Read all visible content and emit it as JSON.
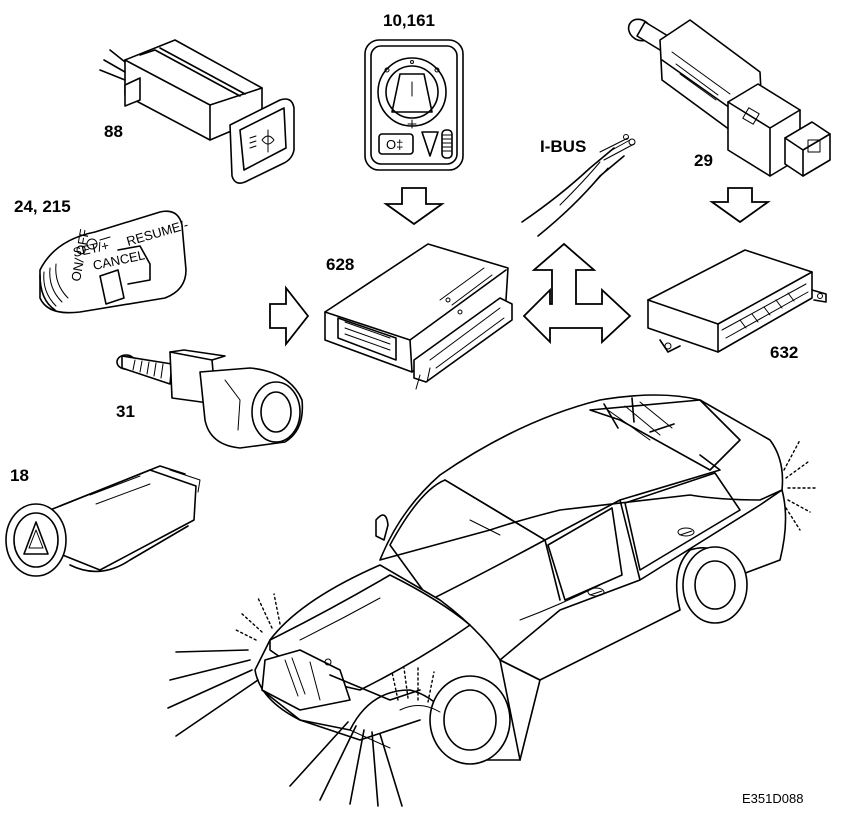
{
  "labels": {
    "fog_light_switch": "88",
    "light_switch": "10,161",
    "brake_light_switch": "29",
    "cruise_stalk": "24, 215",
    "control_module": "628",
    "ibus": "I-BUS",
    "other_module": "632",
    "temp_sensor": "31",
    "hazard_switch": "18",
    "image_ref": "E351D088"
  },
  "cruise_stalk_text": {
    "set": "SET/+",
    "on_off": "ON/ OFF",
    "cancel": "CANCEL",
    "resume": "RESUME/-"
  },
  "light_switch_text": {
    "fog": "O‡"
  }
}
